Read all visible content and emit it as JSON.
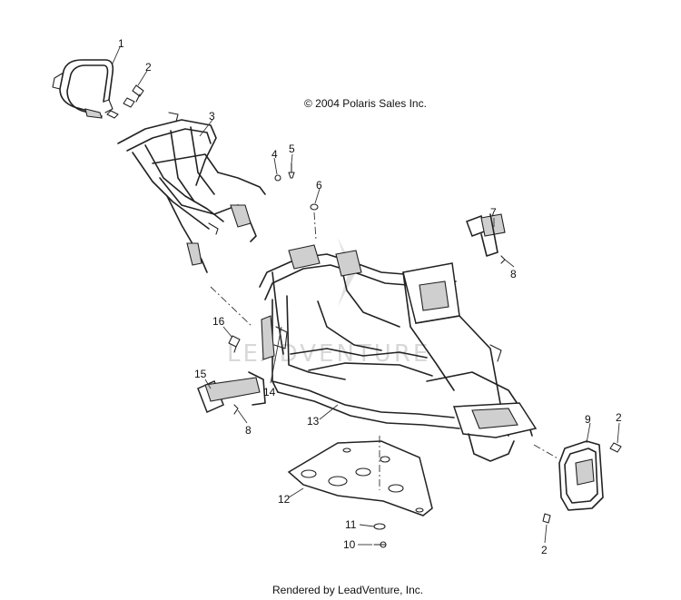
{
  "diagram": {
    "copyright": "© 2004 Polaris Sales Inc.",
    "footer": "Rendered by LeadVenture, Inc.",
    "watermark": "LEADVENTURE",
    "callouts": [
      {
        "id": "c1",
        "label": "1"
      },
      {
        "id": "c2a",
        "label": "2"
      },
      {
        "id": "c3",
        "label": "3"
      },
      {
        "id": "c4",
        "label": "4"
      },
      {
        "id": "c5",
        "label": "5"
      },
      {
        "id": "c6",
        "label": "6"
      },
      {
        "id": "c7",
        "label": "7"
      },
      {
        "id": "c8a",
        "label": "8"
      },
      {
        "id": "c16",
        "label": "16"
      },
      {
        "id": "c15",
        "label": "15"
      },
      {
        "id": "c14",
        "label": "14"
      },
      {
        "id": "c8b",
        "label": "8"
      },
      {
        "id": "c13",
        "label": "13"
      },
      {
        "id": "c9",
        "label": "9"
      },
      {
        "id": "c2b",
        "label": "2"
      },
      {
        "id": "c12",
        "label": "12"
      },
      {
        "id": "c11",
        "label": "11"
      },
      {
        "id": "c10",
        "label": "10"
      },
      {
        "id": "c2c",
        "label": "2"
      }
    ]
  }
}
